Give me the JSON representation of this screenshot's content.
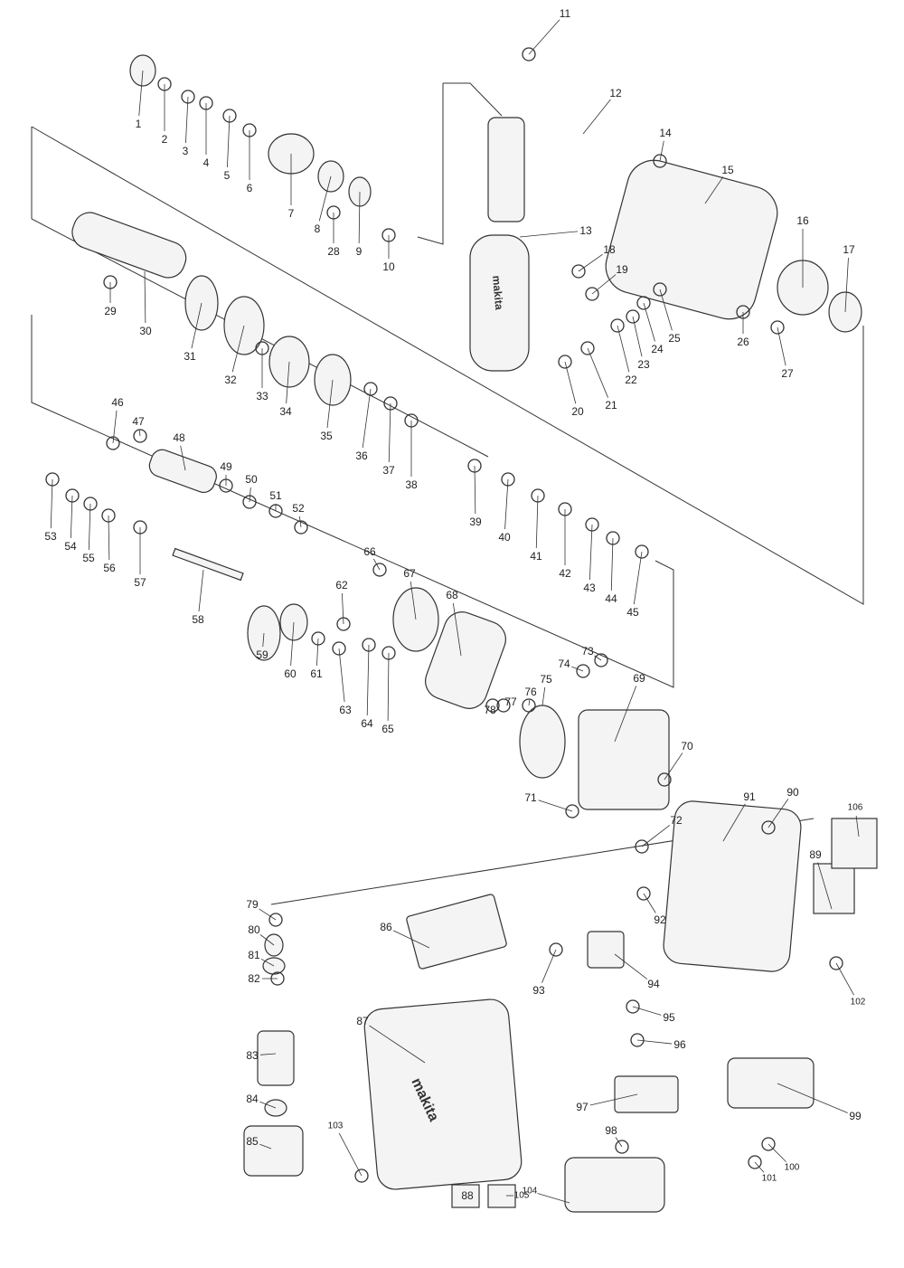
{
  "diagram": {
    "type": "exploded-parts-diagram",
    "part_numbers": [
      "1",
      "2",
      "3",
      "4",
      "5",
      "6",
      "7",
      "8",
      "9",
      "10",
      "11",
      "12",
      "13",
      "14",
      "15",
      "16",
      "17",
      "18",
      "19",
      "20",
      "21",
      "22",
      "23",
      "24",
      "25",
      "26",
      "27",
      "28",
      "29",
      "30",
      "31",
      "32",
      "33",
      "34",
      "35",
      "36",
      "37",
      "38",
      "39",
      "40",
      "41",
      "42",
      "43",
      "44",
      "45",
      "46",
      "47",
      "48",
      "49",
      "50",
      "51",
      "52",
      "53",
      "54",
      "55",
      "56",
      "57",
      "58",
      "59",
      "60",
      "61",
      "62",
      "63",
      "64",
      "65",
      "66",
      "67",
      "68",
      "69",
      "70",
      "71",
      "72",
      "73",
      "74",
      "75",
      "76",
      "77",
      "78",
      "79",
      "80",
      "81",
      "82",
      "83",
      "84",
      "85",
      "86",
      "87",
      "88",
      "89",
      "90",
      "91",
      "92",
      "93",
      "94",
      "95",
      "96",
      "97",
      "98",
      "99",
      "100",
      "101",
      "102",
      "103",
      "104",
      "105",
      "106"
    ],
    "brand_marks": [
      "makita"
    ],
    "colors": {
      "line": "#333333",
      "fill": "#f4f4f4",
      "text": "#222222"
    }
  }
}
